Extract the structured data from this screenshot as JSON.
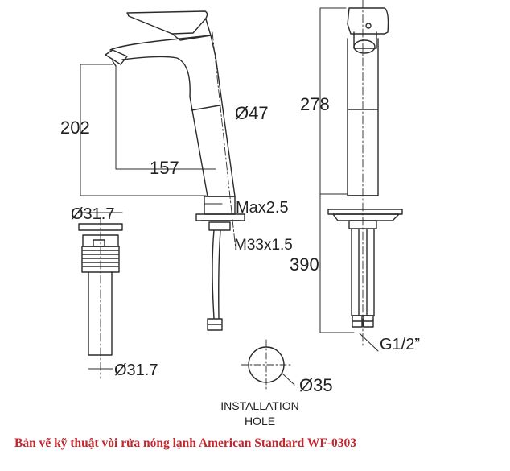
{
  "drawing": {
    "side_view": {
      "dim_height_spout": "202",
      "dim_reach": "157",
      "dim_body_diameter": "Ø47",
      "dim_max_deck": "Max2.5",
      "dim_thread": "M33x1.5"
    },
    "drain_view": {
      "dim_top_diameter": "Ø31.7",
      "dim_bottom_diameter": "Ø31.7"
    },
    "front_view": {
      "dim_total_height": "278",
      "dim_hose_length": "390",
      "dim_connection": "G1/2”"
    },
    "installation_hole": {
      "dim_hole_diameter": "Ø35",
      "label_line1": "INSTALLATION",
      "label_line2": "HOLE"
    }
  },
  "caption": "Bản vẽ kỹ thuật vòi rửa nóng lạnh American Standard WF-0303",
  "colors": {
    "line": "#2b2b2b",
    "caption": "#c1272d"
  }
}
